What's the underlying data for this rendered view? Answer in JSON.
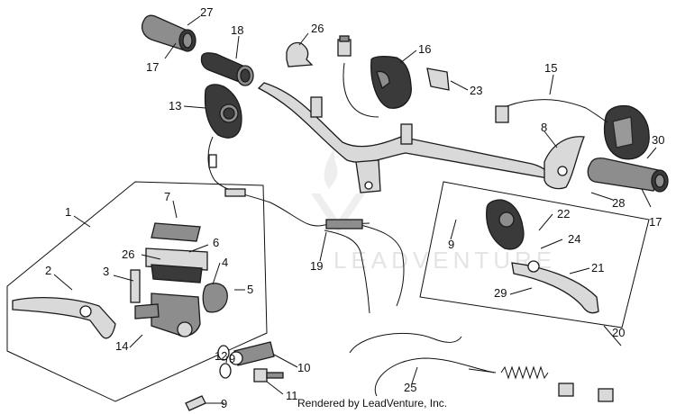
{
  "diagram": {
    "watermark": "LEADVENTURE",
    "credit": "Rendered by LeadVenture, Inc.",
    "callouts": [
      "1",
      "2",
      "3",
      "4",
      "5",
      "6",
      "7",
      "8",
      "9",
      "9",
      "9",
      "10",
      "11",
      "12",
      "13",
      "14",
      "15",
      "16",
      "17",
      "17",
      "18",
      "19",
      "20",
      "21",
      "22",
      "23",
      "24",
      "25",
      "26",
      "26",
      "27",
      "28",
      "29",
      "30"
    ]
  }
}
